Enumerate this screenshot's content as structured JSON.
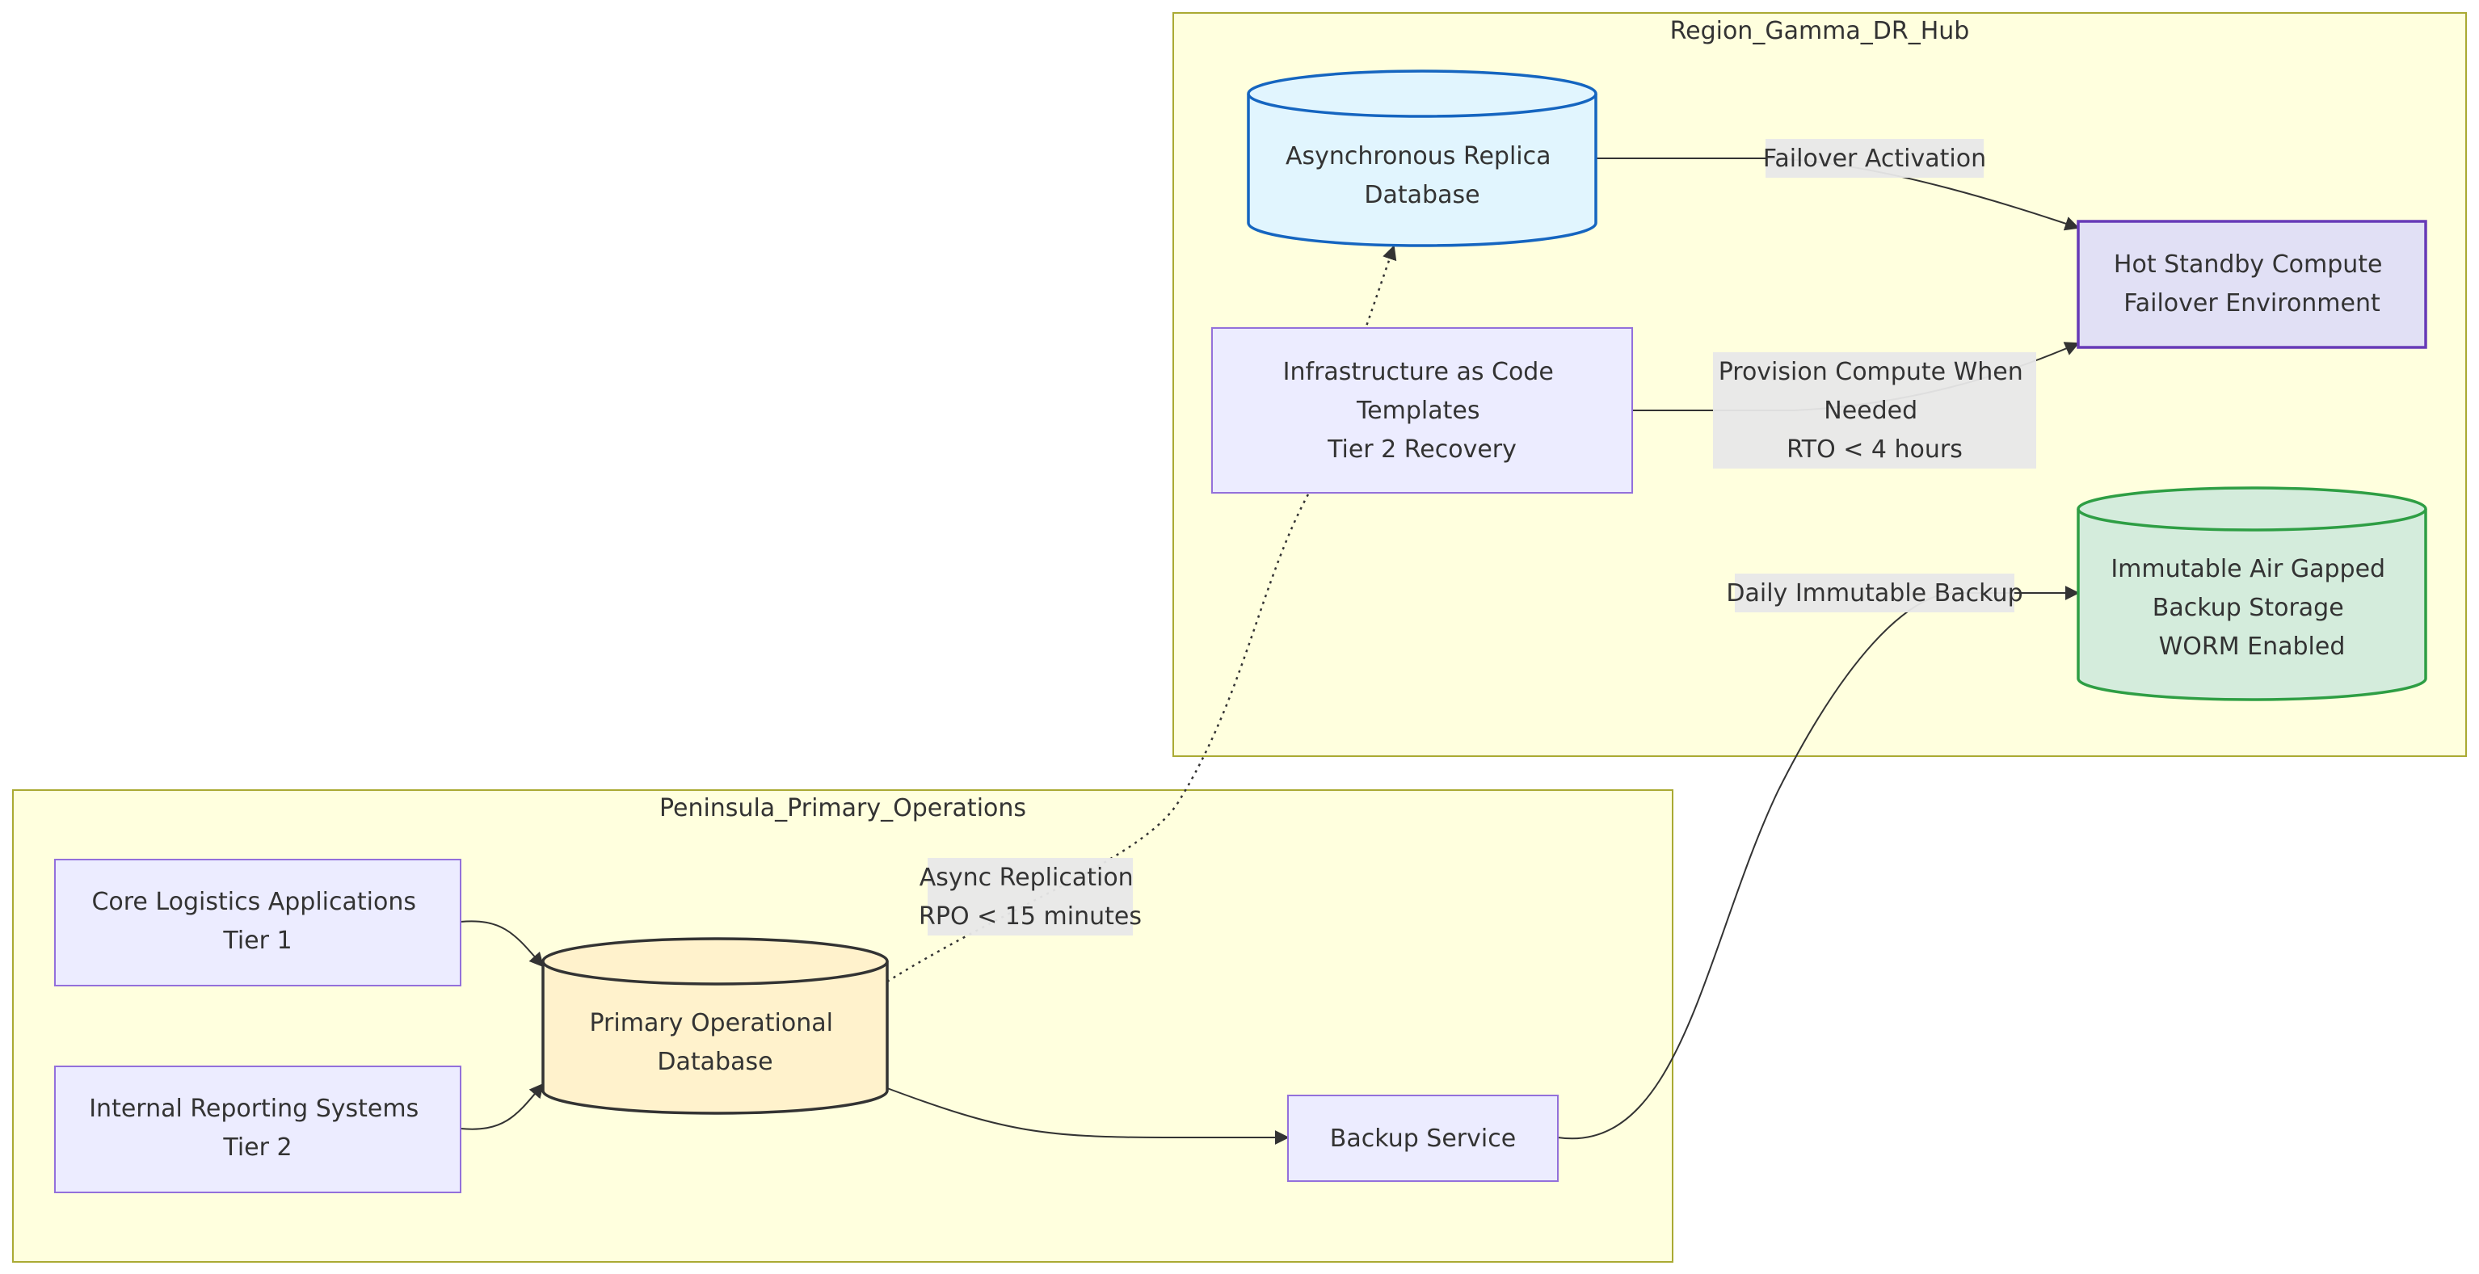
{
  "clusters": {
    "dr_hub": {
      "title": "Region_Gamma_DR_Hub"
    },
    "primary_ops": {
      "title": "Peninsula_Primary_Operations"
    }
  },
  "nodes": {
    "replica_db": {
      "lines": [
        "Asynchronous Replica",
        "Database"
      ]
    },
    "hot_standby": {
      "lines": [
        "Hot Standby Compute",
        "Failover Environment"
      ]
    },
    "iac_templates": {
      "lines": [
        "Infrastructure as Code",
        "Templates",
        "Tier 2 Recovery"
      ]
    },
    "immutable_backup": {
      "lines": [
        "Immutable Air Gapped",
        "Backup Storage",
        "WORM Enabled"
      ]
    },
    "core_logistics": {
      "lines": [
        "Core Logistics Applications",
        "Tier 1"
      ]
    },
    "internal_reporting": {
      "lines": [
        "Internal Reporting Systems",
        "Tier 2"
      ]
    },
    "primary_db": {
      "lines": [
        "Primary Operational",
        "Database"
      ]
    },
    "backup_service": {
      "lines": [
        "Backup Service"
      ]
    }
  },
  "edges": {
    "failover": {
      "lines": [
        "Failover Activation"
      ]
    },
    "provision": {
      "lines": [
        "Provision Compute When",
        "Needed",
        "RTO < 4 hours"
      ]
    },
    "daily_backup": {
      "lines": [
        "Daily Immutable Backup"
      ]
    },
    "async_replication": {
      "lines": [
        "Async Replication",
        "RPO < 15 minutes"
      ]
    }
  },
  "colors": {
    "cluster_fill": "#ffffde",
    "cluster_stroke": "#aaaa33",
    "node_fill": "#ececff",
    "node_stroke": "#9370db",
    "replica_fill": "#e1f5fe",
    "replica_stroke": "#1565c0",
    "standby_fill": "#e1e0f5",
    "standby_stroke": "#673ab7",
    "immutable_fill": "#d4ecdc",
    "immutable_stroke": "#2e9e44",
    "primary_db_fill": "#fff2cc",
    "primary_db_stroke": "#333333",
    "edge_label_bg": "#e8e8e8"
  }
}
